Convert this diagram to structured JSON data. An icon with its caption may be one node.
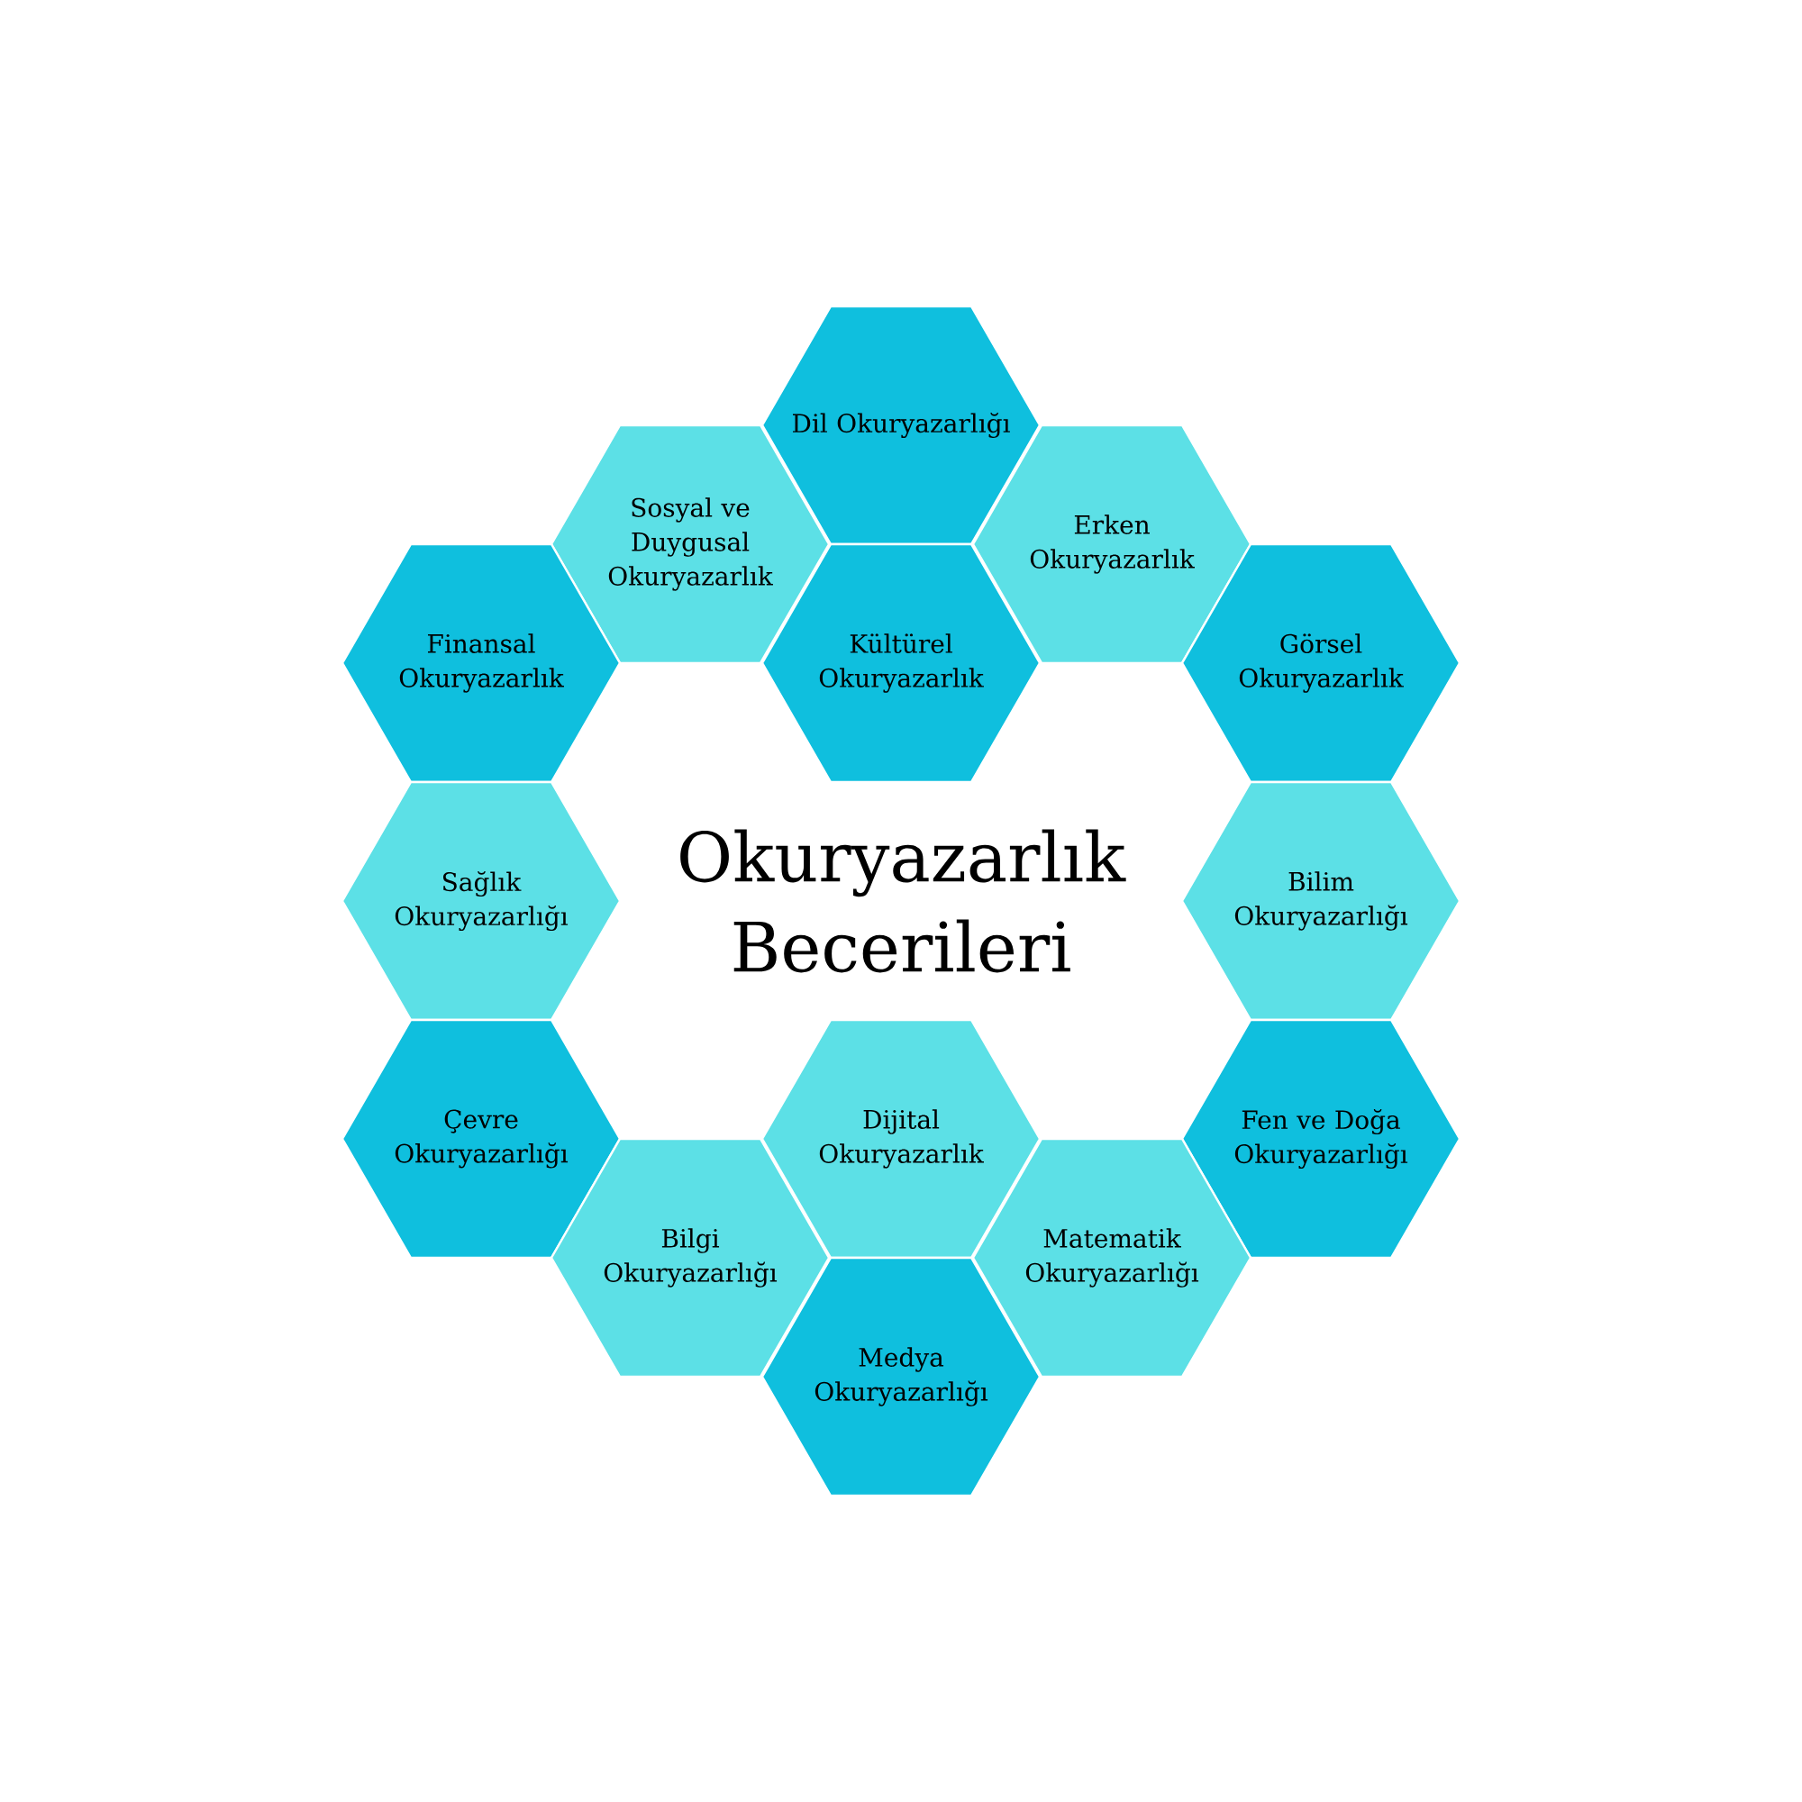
{
  "diagram": {
    "title": "Okuryazarlık Becerileri",
    "nodes": [
      {
        "text": [
          "Dil Okuryazarlığı"
        ]
      },
      {
        "text": [
          "Sosyal ve Duygusal Okuryazarlık"
        ]
      },
      {
        "text": [
          "Erken Okuryazarlık"
        ]
      },
      {
        "text": [
          "Finansal Okuryazarlık"
        ]
      },
      {
        "text": [
          "Kültürel Okuryazarlık"
        ]
      },
      {
        "text": [
          "Görsel Okuryazarlık"
        ]
      },
      {
        "text": [
          "Sağlık Okuryazarlığı"
        ]
      },
      {
        "text": [
          "Bilim Okuryazarlığı"
        ]
      },
      {
        "text": [
          "Çevre Okuryazarlığı"
        ]
      },
      {
        "text": [
          "Dijital Okuryazarlık"
        ]
      },
      {
        "text": [
          "Fen ve Doğa Okuryazarlığı"
        ]
      },
      {
        "text": [
          "Bilgi Okuryazarlığı"
        ]
      },
      {
        "text": [
          "Matematik Okuryazarlığı"
        ]
      },
      {
        "text": [
          "Medya Okuryazarlığı"
        ]
      }
    ]
  }
}
